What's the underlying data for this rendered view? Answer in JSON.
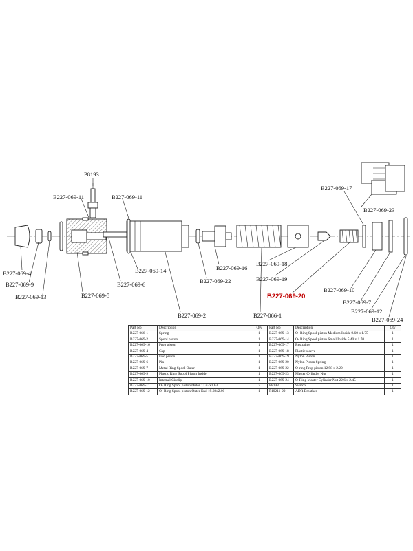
{
  "callouts": {
    "p8193": "P8193",
    "c11a": "B227-069-11",
    "c11b": "B227-069-11",
    "c4": "B227-069-4",
    "c9": "B227-069-9",
    "c13": "B227-069-13",
    "c5": "B227-069-5",
    "c6": "B227-069-6",
    "c14": "B227-069-14",
    "c2": "B227-069-2",
    "c22": "B227-069-22",
    "c16": "B227-069-16",
    "c18": "B227-069-18",
    "c19": "B227-069-19",
    "c20": "B227-069-20",
    "c661": "B227-066-1",
    "c17": "B227-069-17",
    "c23": "B227-069-23",
    "c10": "B227-069-10",
    "c7": "B227-069-7",
    "c12": "B227-069-12",
    "c24": "B227-069-24"
  },
  "highlight_color": "#c00000",
  "table": {
    "headers": [
      "Part No",
      "Description",
      "Qty",
      "Part No",
      "Description",
      "Qty"
    ],
    "rows": [
      [
        "B227-066-1",
        "Spring",
        "1",
        "B227-069-13",
        "O- Ring Spool piston Medium Inside 9.60 x 1.75",
        "1"
      ],
      [
        "B227-069-2",
        "Spool piston",
        "1",
        "B227-069-14",
        "O- Ring Spool piston Small Inside 5.40 x 1.70",
        "1"
      ],
      [
        "B227-069-16",
        "Prop piston",
        "1",
        "B227-069-17",
        "Restrainer",
        "1"
      ],
      [
        "B227-069-4",
        "Cap",
        "1",
        "B227-069-18",
        "Plastic sleeve",
        "1"
      ],
      [
        "B227-069-5",
        "End piston",
        "1",
        "B227-069-19",
        "Nylon Piston",
        "1"
      ],
      [
        "B227-069-6",
        "Pin",
        "1",
        "B227-069-20",
        "Nylon Piston Spring",
        "1"
      ],
      [
        "B227-069-7",
        "Metal Ring Spool Outer",
        "1",
        "B227-069-22",
        "O-ring Prop piston 12.98 x 2.20",
        "1"
      ],
      [
        "B227-069-9",
        "Plastic Ring Spool Piston Inside",
        "1",
        "B227-069-23",
        "Master Cylinder Nut",
        "1"
      ],
      [
        "B227-069-10",
        "Internal Circlip",
        "1",
        "B227-069-24",
        "O-Ring Master Cylinder Nut 22.6 x 2.45",
        "1"
      ],
      [
        "B227-069-11",
        "O- Ring Spool piston Outer 17.63x1.63",
        "3",
        "P8193",
        "Switch",
        "1"
      ],
      [
        "B227-069-12",
        "O- Ring Spool piston Outer End 19.60x2.00",
        "1",
        "P10211-20",
        "ADR Breather",
        "1"
      ]
    ]
  }
}
